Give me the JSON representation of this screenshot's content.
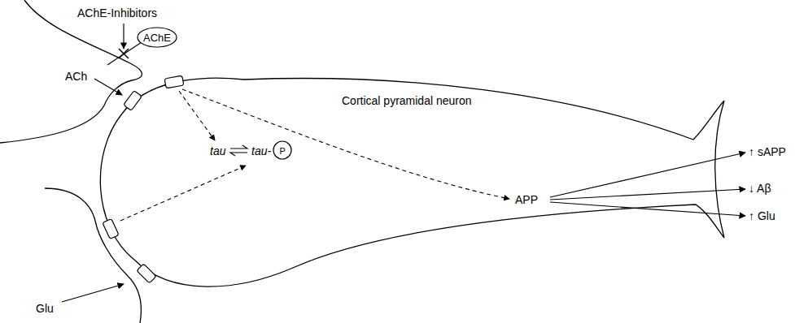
{
  "diagram": {
    "nodes": [
      {
        "text": [
          "AChE"
        ]
      },
      {
        "text": [
          "P"
        ]
      }
    ],
    "labels": [
      "AChE-Inhibitors",
      "ACh",
      "Cortical pyramidal neuron",
      "tau",
      "tau-",
      "APP",
      "↑ sAPP",
      "↓ Aβ",
      "↑ Glu",
      "Glu"
    ]
  }
}
